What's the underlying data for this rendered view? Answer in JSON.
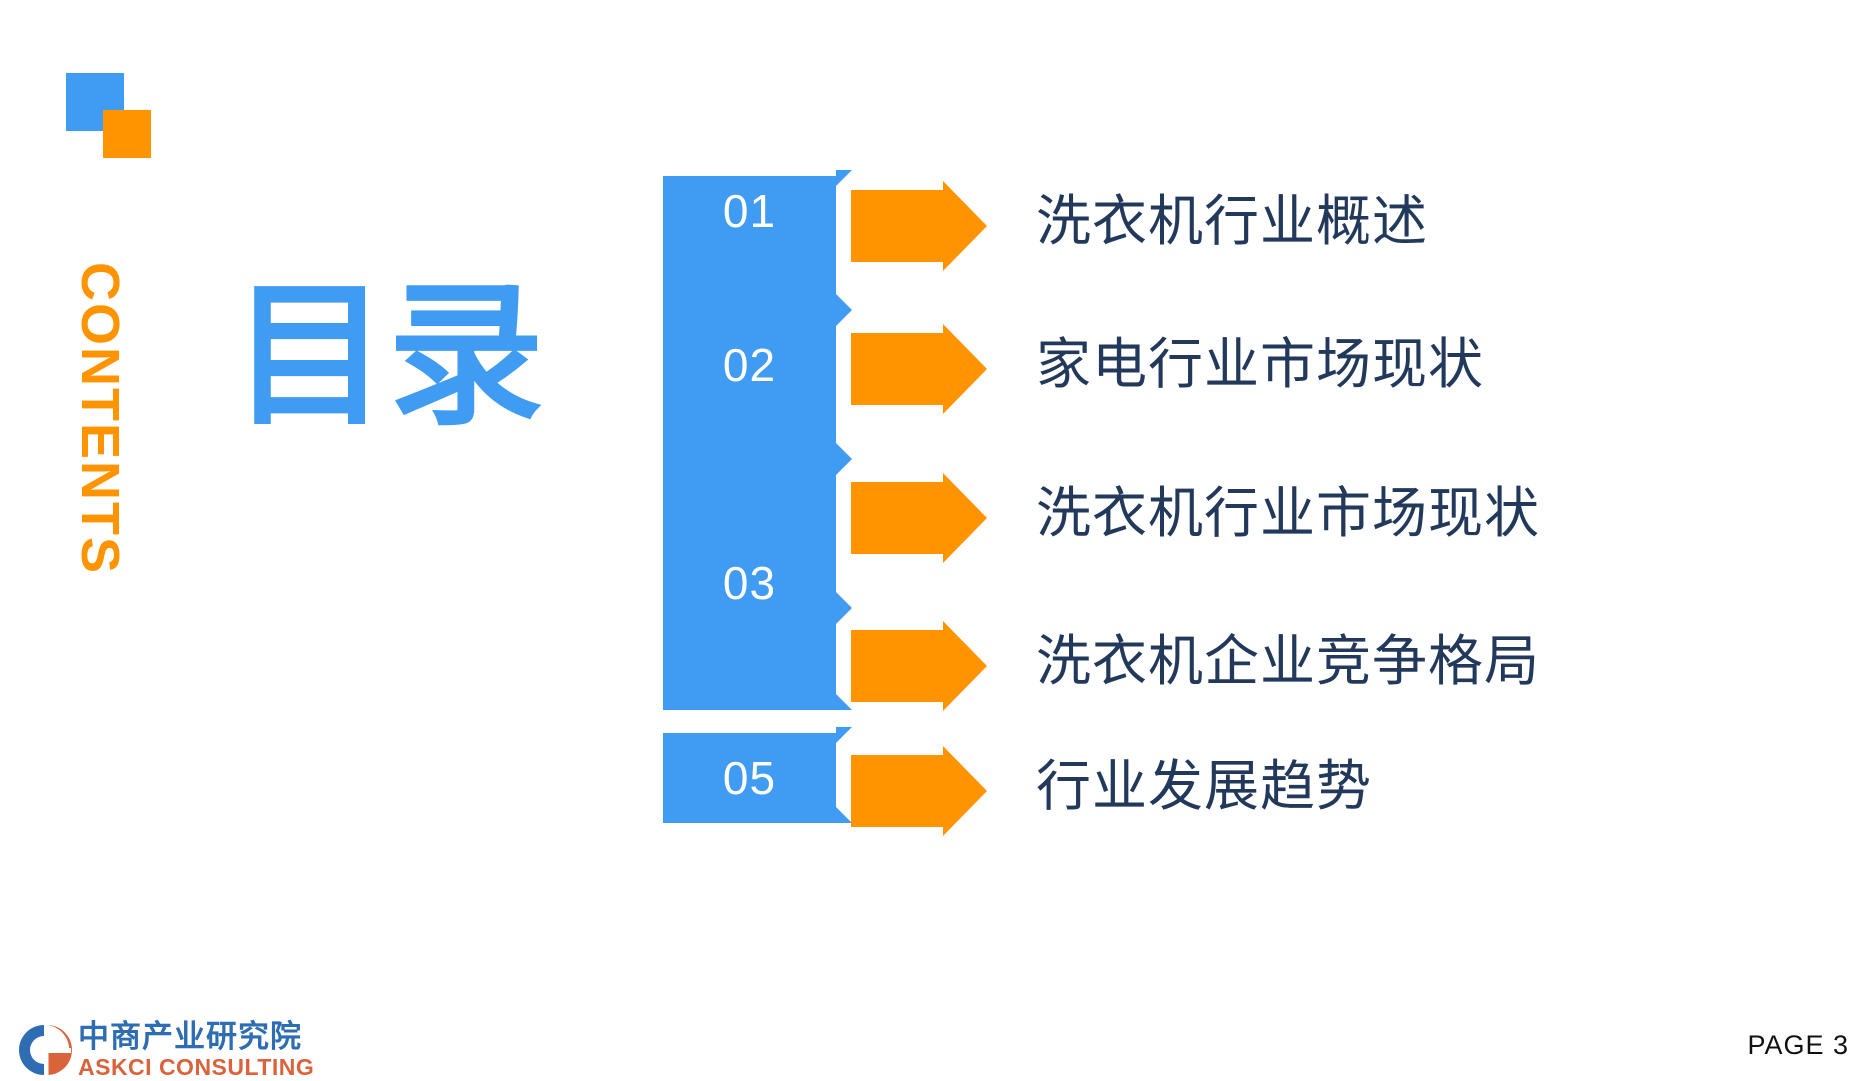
{
  "slide": {
    "title_cn": "目录",
    "title_en": "CONTENTS",
    "page_label": "PAGE  3"
  },
  "colors": {
    "blue": "#409BF2",
    "orange": "#FF9300",
    "text_navy": "#22395C",
    "logo_blue": "#2E6DB4",
    "logo_orange": "#D9643C"
  },
  "contents": {
    "items": [
      {
        "number": "01",
        "label": "洗衣机行业概述"
      },
      {
        "number": "02",
        "label": "家电行业市场现状"
      },
      {
        "number": "",
        "label": "洗衣机行业市场现状"
      },
      {
        "number": "03",
        "label": "洗衣机企业竞争格局"
      },
      {
        "number": "05",
        "label": "行业发展趋势"
      }
    ]
  },
  "footer": {
    "logo_cn": "中商产业研究院",
    "logo_en": "ASKCI CONSULTING",
    "logo_mark": "askci-circle-logo"
  }
}
